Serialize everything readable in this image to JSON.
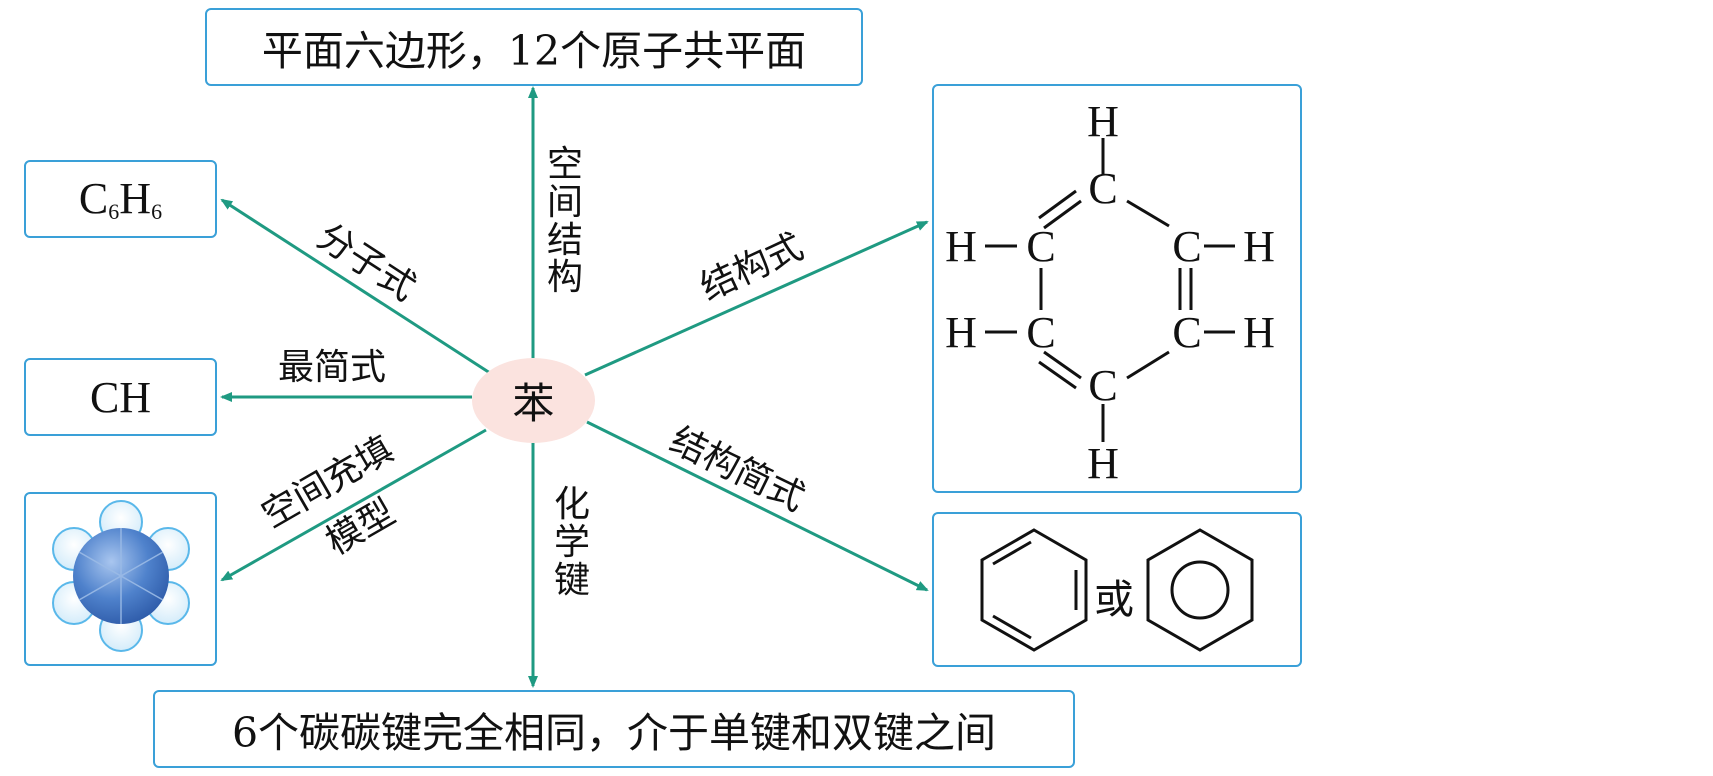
{
  "center": {
    "label": "苯"
  },
  "top_box": {
    "text": "平面六边形，12个原子共平面"
  },
  "bottom_box": {
    "text": "6个碳碳键完全相同，介于单键和双键之间"
  },
  "formula_box": {
    "c": "C",
    "c_sub": "6",
    "h": "H",
    "h_sub": "6"
  },
  "simplest_box": {
    "text": "CH"
  },
  "edges": {
    "molecular_formula": "分子式",
    "simplest_formula": "最简式",
    "space_filling_1": "空间充填",
    "space_filling_2": "模型",
    "spatial_structure": "空间结构",
    "chemical_bond": "化学键",
    "structural_formula": "结构式",
    "simplified_structure": "结构简式"
  },
  "structural_formula": {
    "carbon": "C",
    "hydrogen": "H"
  },
  "simplified_box": {
    "or": "或"
  },
  "colors": {
    "arrow": "#1f9a82",
    "box_border": "#3aa0d8",
    "center_fill": "#fbe3df",
    "model_blue": "#3f74c4"
  }
}
